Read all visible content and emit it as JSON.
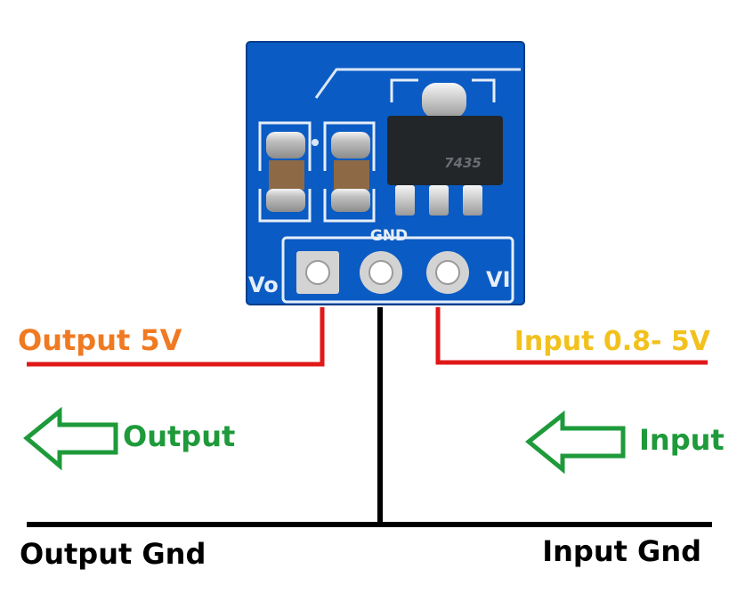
{
  "board": {
    "pin_left_label": "Vo",
    "pin_center_label": "GND",
    "pin_right_label": "VI",
    "chip_marking": "7435"
  },
  "labels": {
    "output_voltage": "Output 5V",
    "input_voltage": "Input 0.8- 5V",
    "output_arrow": "Output",
    "input_arrow": "Input",
    "output_gnd": "Output Gnd",
    "input_gnd": "Input Gnd"
  },
  "colors": {
    "board_blue": "#0a5bc4",
    "wire_red": "#e01818",
    "wire_black": "#000000",
    "output_text": "#f07a22",
    "input_text": "#f2c11c",
    "arrow_green": "#1e9a3a"
  }
}
